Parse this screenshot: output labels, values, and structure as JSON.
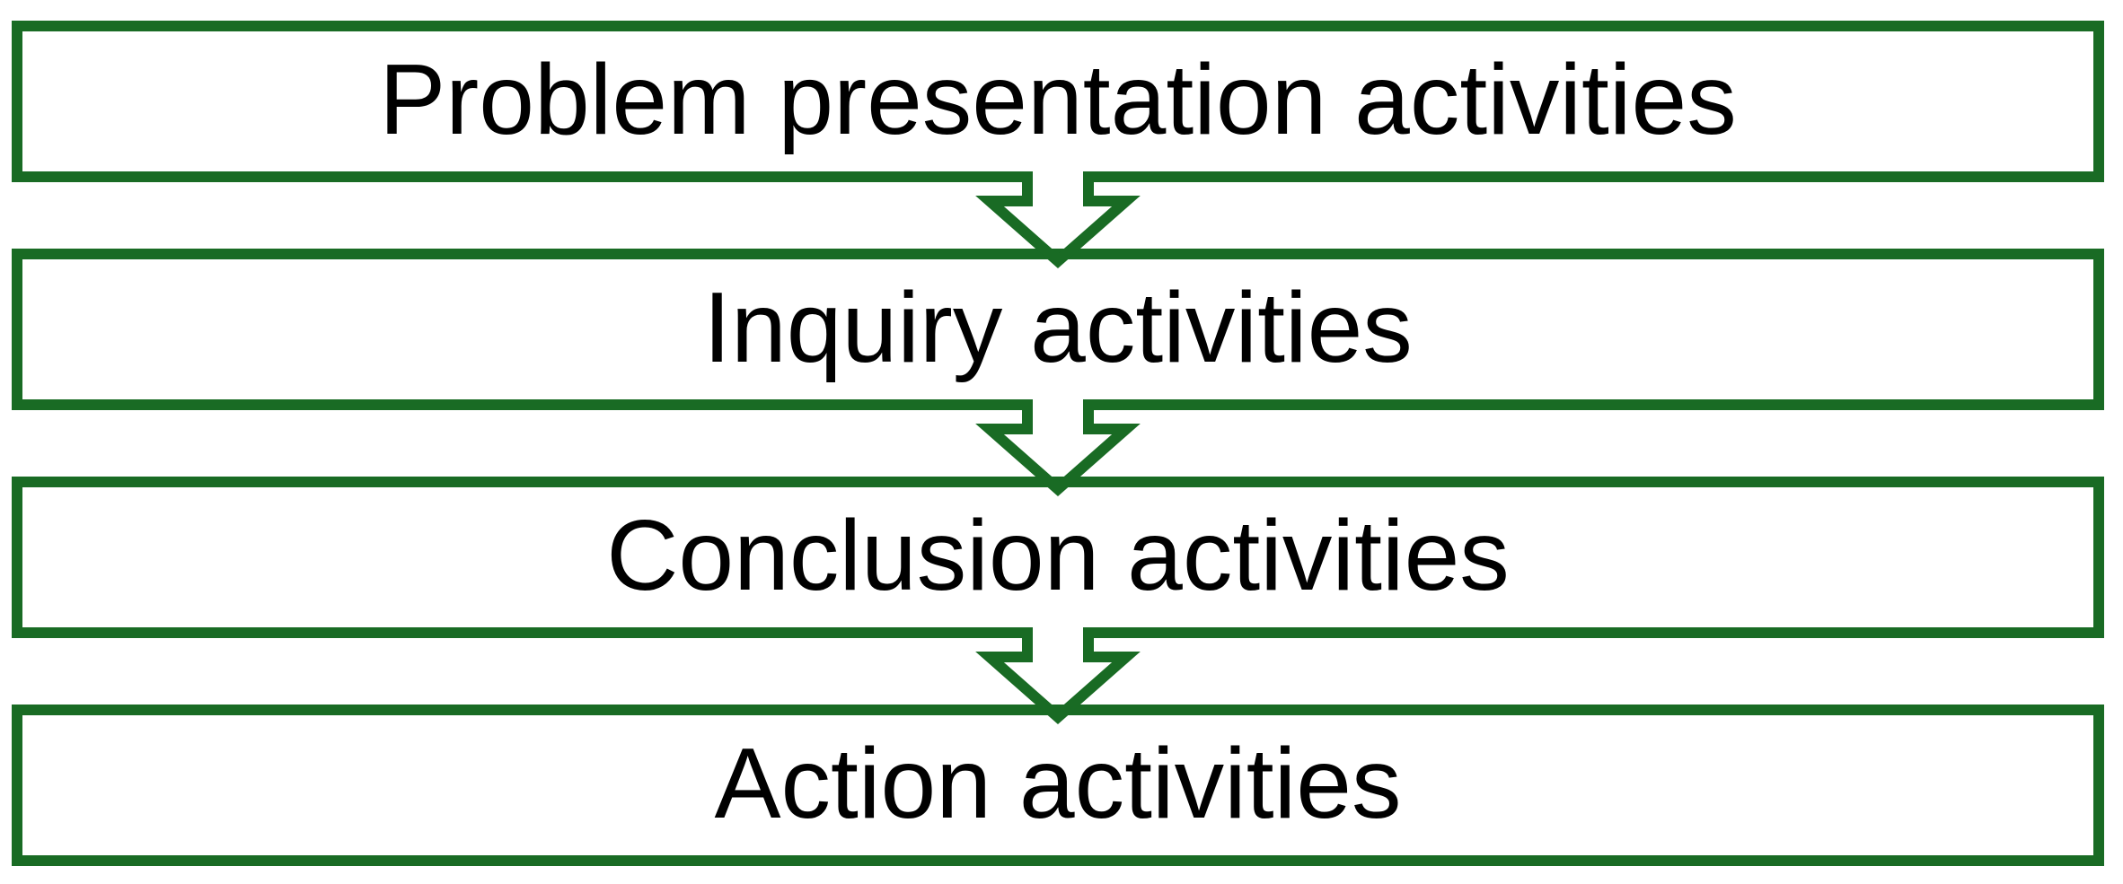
{
  "diagram": {
    "type": "vertical-flow",
    "boxes": [
      {
        "label": "Problem presentation activities"
      },
      {
        "label": "Inquiry activities"
      },
      {
        "label": "Conclusion activities"
      },
      {
        "label": "Action activities"
      }
    ],
    "connectors": [
      {
        "from": 0,
        "to": 1,
        "icon": "down-arrow-icon"
      },
      {
        "from": 1,
        "to": 2,
        "icon": "down-arrow-icon"
      },
      {
        "from": 2,
        "to": 3,
        "icon": "down-arrow-icon"
      }
    ]
  },
  "colors": {
    "outline_green": "#196B24",
    "text": "#000000",
    "background": "#FFFFFF"
  }
}
